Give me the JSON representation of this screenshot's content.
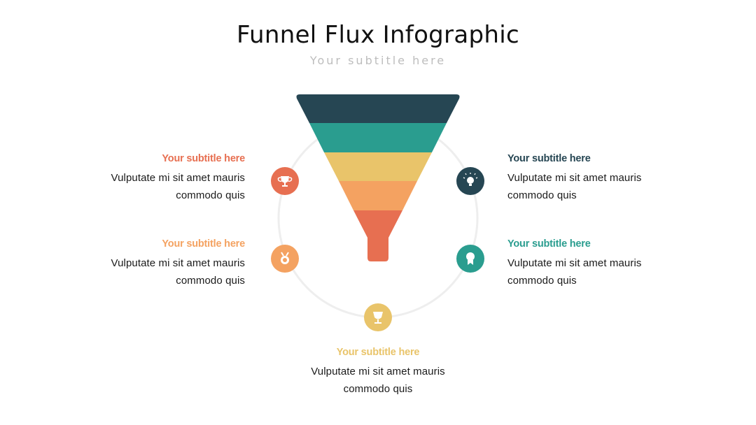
{
  "header": {
    "title": "Funnel Flux Infographic",
    "subtitle": "Your subtitle here"
  },
  "colors": {
    "layer1": "#264653",
    "layer2": "#2a9d8f",
    "layer3": "#e9c46a",
    "layer4": "#f4a261",
    "layer5": "#e76f51",
    "ring": "#eeeeee"
  },
  "items": [
    {
      "id": "left-top",
      "heading": "Your subtitle here",
      "line1": "Vulputate mi sit amet mauris",
      "line2": "commodo quis",
      "color": "#e76f51",
      "icon": "trophy-icon"
    },
    {
      "id": "left-bottom",
      "heading": "Your subtitle here",
      "line1": "Vulputate mi sit amet mauris",
      "line2": "commodo quis",
      "color": "#f4a261",
      "icon": "medal-icon"
    },
    {
      "id": "bottom",
      "heading": "Your subtitle here",
      "line1": "Vulputate mi sit amet mauris",
      "line2": "commodo quis",
      "color": "#e9c46a",
      "icon": "trophy-cup-icon"
    },
    {
      "id": "right-bottom",
      "heading": "Your subtitle here",
      "line1": "Vulputate mi sit amet mauris",
      "line2": "commodo quis",
      "color": "#2a9d8f",
      "icon": "award-ribbon-icon"
    },
    {
      "id": "right-top",
      "heading": "Your subtitle here",
      "line1": "Vulputate mi sit amet mauris",
      "line2": "commodo quis",
      "color": "#264653",
      "icon": "lightbulb-icon"
    }
  ]
}
